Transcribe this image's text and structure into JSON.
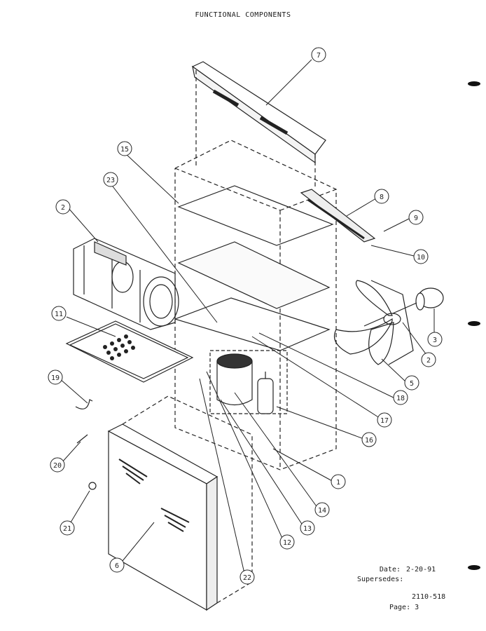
{
  "page_title": "FUNCTIONAL COMPONENTS",
  "callouts": [
    "1",
    "2",
    "2",
    "3",
    "5",
    "6",
    "7",
    "8",
    "9",
    "10",
    "11",
    "12",
    "13",
    "14",
    "15",
    "16",
    "17",
    "18",
    "19",
    "20",
    "21",
    "22",
    "23"
  ],
  "footer": {
    "date_label": "Date:",
    "date_value": "2-20-91",
    "supersedes_label": "Supersedes:",
    "doc_number": "2110-518",
    "page_label": "Page:",
    "page_value": "3"
  }
}
